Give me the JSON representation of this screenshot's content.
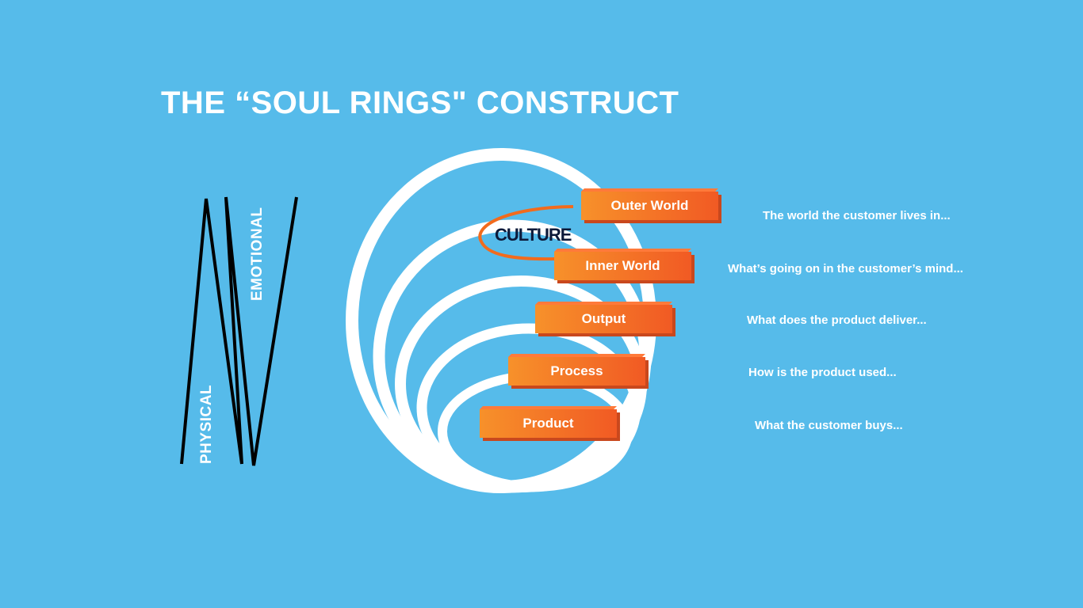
{
  "title": "THE “SOUL RINGS\" CONSTRUCT",
  "axis_labels": {
    "emotional": "EMOTIONAL",
    "physical": "PHYSICAL"
  },
  "culture_label": "CULTURE",
  "layers": [
    {
      "label": "Outer World",
      "description": "The world the  customer lives in..."
    },
    {
      "label": "Inner World",
      "description": "What’s going on in  the customer’s mind..."
    },
    {
      "label": "Output",
      "description": "What does the product deliver..."
    },
    {
      "label": "Process",
      "description": "How is the product used..."
    },
    {
      "label": "Product",
      "description": "What the customer buys..."
    }
  ],
  "colors": {
    "background": "#56bbea",
    "ring": "#ffffff",
    "box_start": "#f7912a",
    "box_end": "#f15a24",
    "culture_arc": "#f26b1d",
    "zigzag": "#000000"
  }
}
